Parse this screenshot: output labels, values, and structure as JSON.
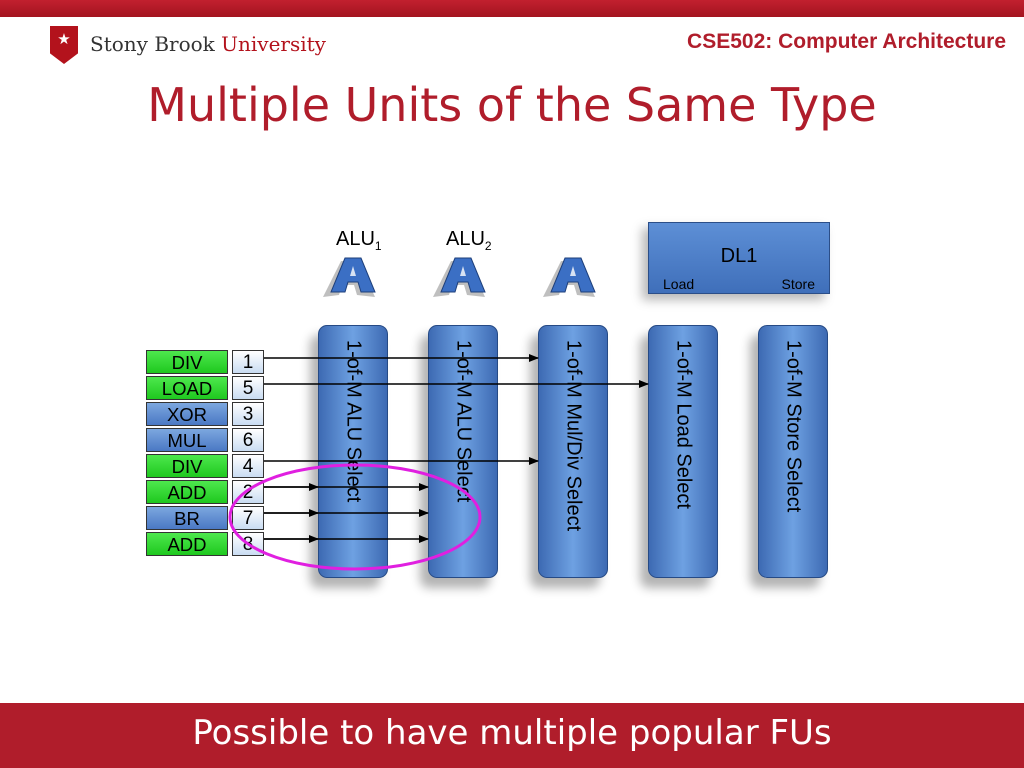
{
  "header": {
    "logo_star": "★",
    "logo_text_main": "Stony Brook",
    "logo_text_accent": "University",
    "course": "CSE502: Computer Architecture"
  },
  "title": "Multiple Units of the Same Type",
  "footer": "Possible to have multiple popular FUs",
  "alus": [
    {
      "base": "ALU",
      "sub": "1"
    },
    {
      "base": "ALU",
      "sub": "2"
    }
  ],
  "dl1": {
    "title": "DL1",
    "load": "Load",
    "store": "Store"
  },
  "selectors": [
    "1-of-M ALU Select",
    "1-of-M ALU Select",
    "1-of-M Mul/Div Select",
    "1-of-M Load Select",
    "1-of-M Store Select"
  ],
  "queue": [
    {
      "op": "DIV",
      "idx": "1",
      "color": "green"
    },
    {
      "op": "LOAD",
      "idx": "5",
      "color": "green"
    },
    {
      "op": "XOR",
      "idx": "3",
      "color": "blue"
    },
    {
      "op": "MUL",
      "idx": "6",
      "color": "blue"
    },
    {
      "op": "DIV",
      "idx": "4",
      "color": "green"
    },
    {
      "op": "ADD",
      "idx": "2",
      "color": "green"
    },
    {
      "op": "BR",
      "idx": "7",
      "color": "blue"
    },
    {
      "op": "ADD",
      "idx": "8",
      "color": "green"
    }
  ],
  "colors": {
    "brand_red": "#b01d2b",
    "ready_green": "#2bd62b",
    "unit_blue": "#4a7cc6",
    "highlight_magenta": "#e01fe0"
  }
}
